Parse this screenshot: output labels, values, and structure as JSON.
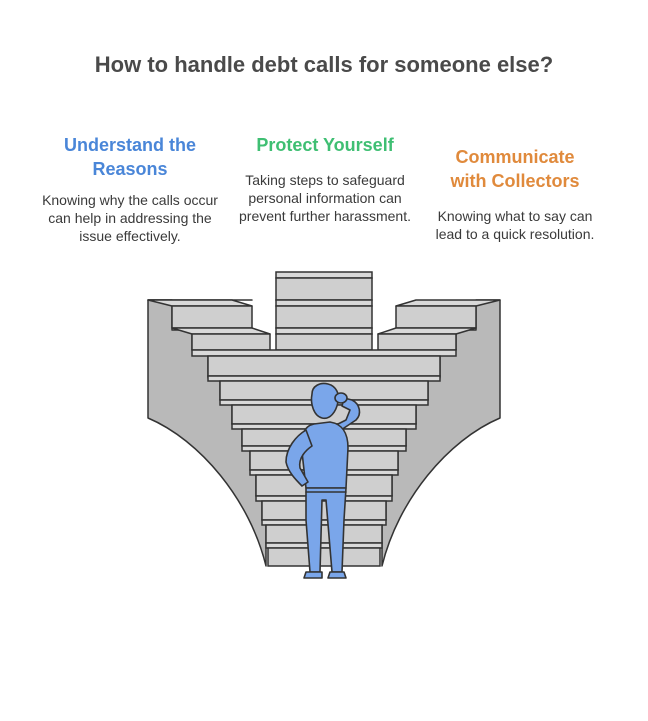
{
  "title": "How to handle debt calls for someone else?",
  "options": [
    {
      "heading_line1": "Understand the",
      "heading_line2": "Reasons",
      "description": "Knowing why the calls occur can help in addressing the issue effectively.",
      "color": "#4a86d8"
    },
    {
      "heading_line1": "Protect Yourself",
      "heading_line2": "",
      "description": "Taking steps to safeguard personal information can prevent further harassment.",
      "color": "#3fbf73"
    },
    {
      "heading_line1": "Communicate",
      "heading_line2": "with Collectors",
      "description": "Knowing what to say can lead to a quick resolution.",
      "color": "#e08a3c"
    }
  ],
  "colors": {
    "stairs": "#c8c8c8",
    "stairs_dark": "#a9a9a9",
    "outline": "#333333",
    "person": "#7aa6ea"
  }
}
